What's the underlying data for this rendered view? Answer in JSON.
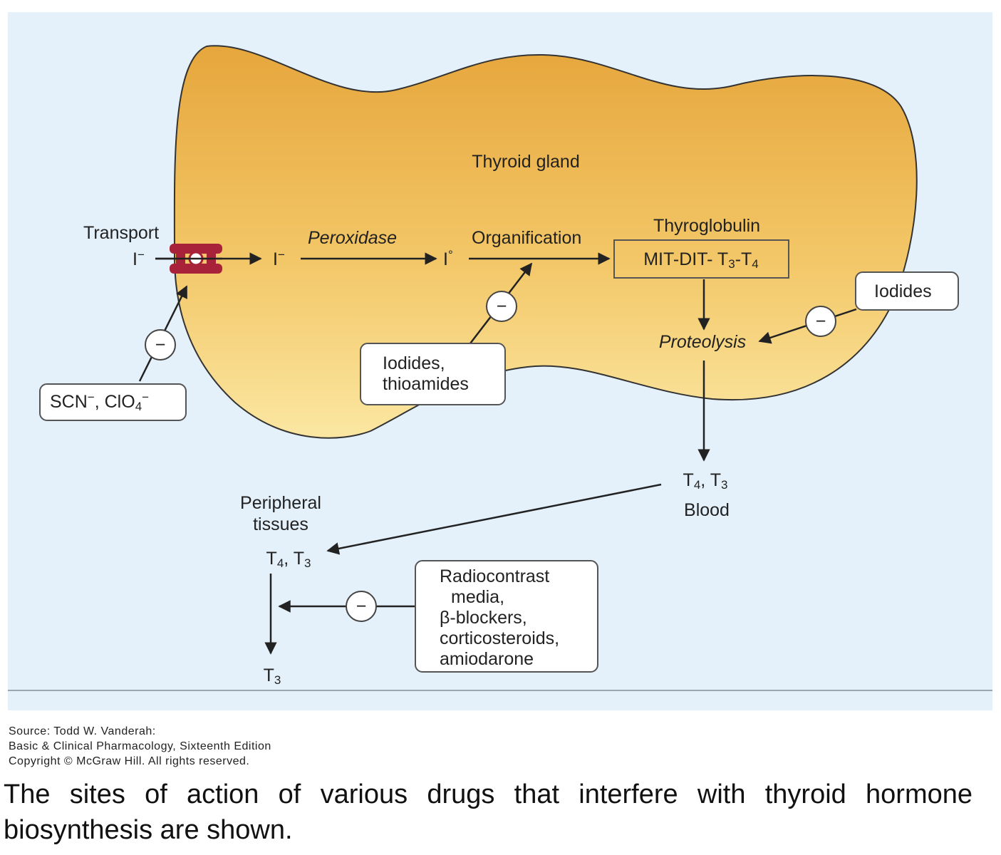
{
  "diagram": {
    "gland_label": "Thyroid gland",
    "transport_label": "Transport",
    "iodide_in": "I",
    "iodide_in_charge": "−",
    "iodide_mid": "I",
    "iodide_mid_charge": "−",
    "iodine": "I",
    "iodine_mark": "°",
    "peroxidase_label": "Peroxidase",
    "organification_label": "Organification",
    "thyroglobulin_label": "Thyroglobulin",
    "thyroglobulin_box": {
      "prefix": "MIT-DIT- T",
      "sub1": "3",
      "mid": "-T",
      "sub2": "4"
    },
    "proteolysis_label": "Proteolysis",
    "inhibit_symbol": "−",
    "transport_inhibitor": {
      "a": "SCN",
      "a_charge": "−",
      "b": ", ClO",
      "b_sub": "4",
      "b_charge": "−"
    },
    "organification_inhibitor": {
      "line1": "Iodides,",
      "line2": "thioamides"
    },
    "proteolysis_inhibitor": "Iodides",
    "blood_hormones": {
      "a": "T",
      "a_sub": "4",
      "sep": ", T",
      "b_sub": "3"
    },
    "blood_label": "Blood",
    "peripheral_label": {
      "line1": "Peripheral",
      "line2": "tissues"
    },
    "peripheral_hormones": {
      "a": "T",
      "a_sub": "4",
      "sep": ", T",
      "b_sub": "3"
    },
    "final_hormone": {
      "a": "T",
      "a_sub": "3"
    },
    "conversion_inhibitor": {
      "line1": "Radiocontrast",
      "line2": "media,",
      "line3": "β-blockers,",
      "line4": "corticosteroids,",
      "line5": "amiodarone"
    }
  },
  "source": {
    "line1": "Source: Todd W. Vanderah:",
    "line2": "Basic & Clinical Pharmacology, Sixteenth Edition",
    "line3": "Copyright © McGraw Hill. All rights reserved."
  },
  "caption": "The sites of action of various drugs that interfere with thyroid hormone biosynthesis are shown.",
  "colors": {
    "panel_background": "#e4f1fb",
    "gland_top": "#e6a63c",
    "gland_bottom": "#fbe7a2",
    "transporter": "#a8233a",
    "arrow": "#222222"
  }
}
